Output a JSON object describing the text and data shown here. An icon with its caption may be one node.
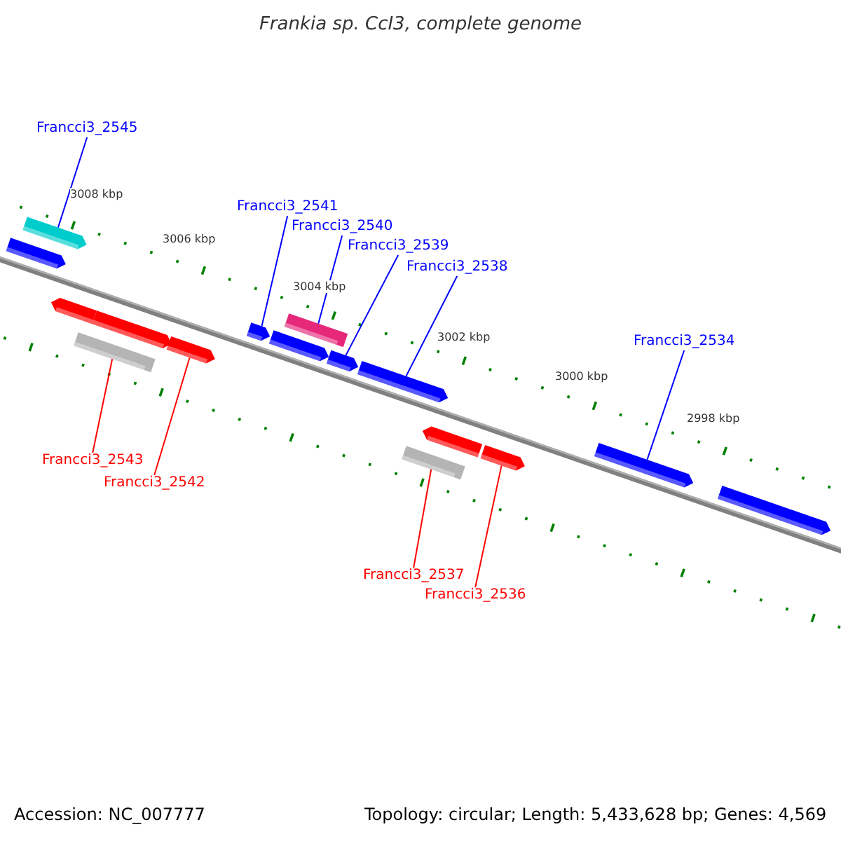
{
  "diagram": {
    "title": "Frankia sp. CcI3, complete genome",
    "nodes": [
      {
        "text": [
          "Francci3_2545"
        ]
      },
      {
        "text": [
          "Francci3_2541"
        ]
      },
      {
        "text": [
          "Francci3_2540"
        ]
      },
      {
        "text": [
          "Francci3_2539"
        ]
      },
      {
        "text": [
          "Francci3_2538"
        ]
      },
      {
        "text": [
          "Francci3_2534"
        ]
      },
      {
        "text": [
          "Francci3_2543"
        ]
      },
      {
        "text": [
          "Francci3_2542"
        ]
      },
      {
        "text": [
          "Francci3_2537"
        ]
      },
      {
        "text": [
          "Francci3_2536"
        ]
      },
      {
        "text": [],
        "shape": "bar"
      },
      {
        "text": [],
        "shape": "bar"
      },
      {
        "text": [],
        "shape": "bar"
      },
      {
        "text": [],
        "shape": "bar"
      },
      {
        "text": [],
        "shape": "bar"
      },
      {
        "text": [],
        "shape": "bar"
      },
      {
        "text": [],
        "shape": "bar"
      },
      {
        "text": [],
        "shape": "bar"
      },
      {
        "text": [],
        "shape": "bar"
      },
      {
        "text": [],
        "shape": "bar"
      },
      {
        "text": [],
        "shape": "bar"
      },
      {
        "text": [],
        "shape": "bar"
      },
      {
        "text": [],
        "shape": "bar"
      },
      {
        "text": [],
        "shape": "bar"
      },
      {
        "text": [],
        "shape": "bar"
      },
      {
        "text": [],
        "shape": "bar"
      }
    ],
    "edges": [
      {
        "from": 0,
        "to": 11,
        "arrow": "none"
      },
      {
        "from": 1,
        "to": 16,
        "arrow": "none"
      },
      {
        "from": 2,
        "to": 18,
        "arrow": "none"
      },
      {
        "from": 3,
        "to": 19,
        "arrow": "none"
      },
      {
        "from": 4,
        "to": 20,
        "arrow": "none"
      },
      {
        "from": 5,
        "to": 24,
        "arrow": "none"
      },
      {
        "from": 6,
        "to": 13,
        "arrow": "none",
        "color": "#ff0000"
      },
      {
        "from": 7,
        "to": 15,
        "arrow": "none",
        "color": "#ff0000"
      },
      {
        "from": 8,
        "to": 21,
        "arrow": "none",
        "color": "#ff0000"
      },
      {
        "from": 9,
        "to": 23,
        "arrow": "none",
        "color": "#ff0000"
      }
    ],
    "labels": [
      "3008 kbp",
      "3006 kbp",
      "3004 kbp",
      "3002 kbp",
      "3000 kbp",
      "2998 kbp",
      "Accession: NC_007777",
      "Topology: circular; Length: 5,433,628 bp; Genes: 4,569"
    ]
  }
}
